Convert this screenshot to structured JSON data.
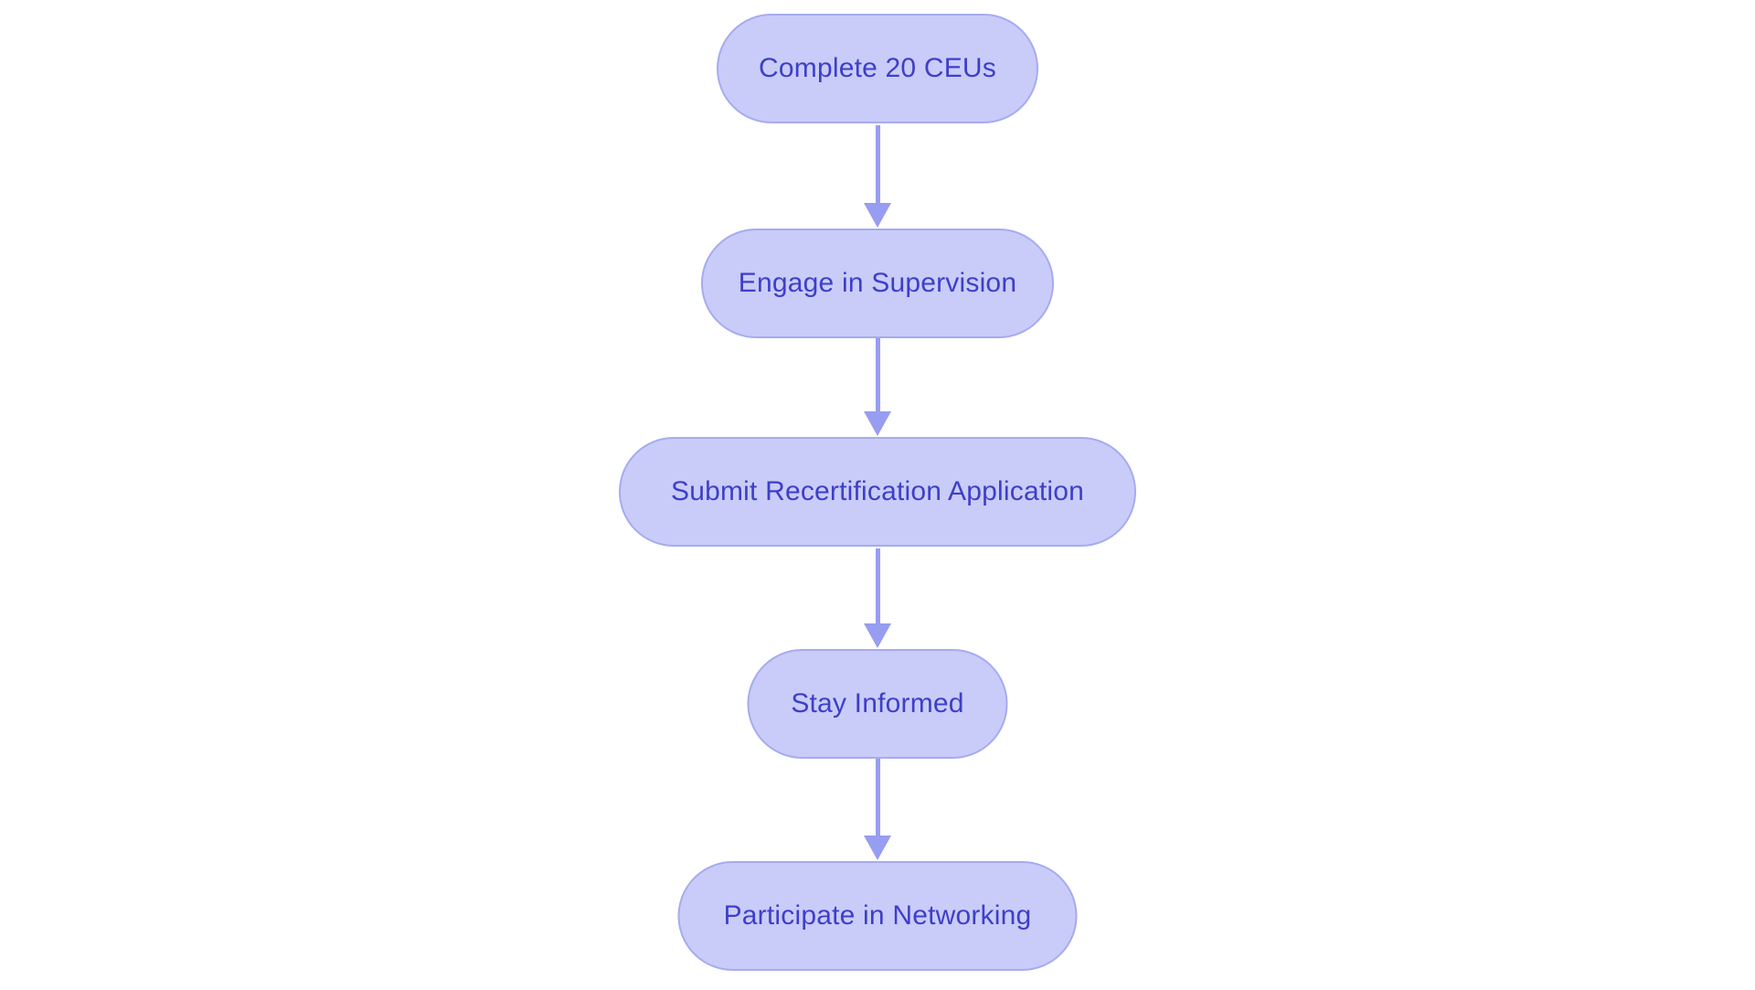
{
  "diagram": {
    "type": "flowchart",
    "direction": "top-to-bottom",
    "colors": {
      "background": "#ffffff",
      "node_fill": "#c9ccf8",
      "node_border": "#a6abf0",
      "node_text": "#3d3fc9",
      "arrow": "#979df0"
    },
    "icons": {
      "arrow_head": "filled-triangle-down"
    },
    "nodes": [
      {
        "label": "Complete 20 CEUs"
      },
      {
        "label": "Engage in Supervision"
      },
      {
        "label": "Submit Recertification Application"
      },
      {
        "label": "Stay Informed"
      },
      {
        "label": "Participate in Networking"
      }
    ],
    "connections": [
      {
        "from": "Complete 20 CEUs",
        "to": "Engage in Supervision"
      },
      {
        "from": "Engage in Supervision",
        "to": "Submit Recertification Application"
      },
      {
        "from": "Submit Recertification Application",
        "to": "Stay Informed"
      },
      {
        "from": "Stay Informed",
        "to": "Participate in Networking"
      }
    ]
  }
}
